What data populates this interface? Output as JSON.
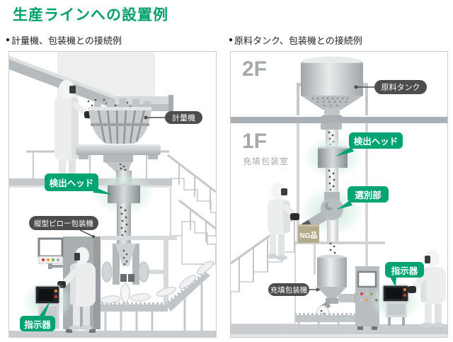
{
  "page": {
    "title": "生産ラインへの設置例"
  },
  "bullet": "●",
  "left_panel": {
    "header": "計量機、包装機との接続例",
    "labels": {
      "weigher": "計量機",
      "detection_head": "検出ヘッド",
      "vertical_pillow_packer": "縦型ピロー包装機",
      "indicator": "指示器"
    }
  },
  "right_panel": {
    "header": "原料タンク、包装機との接続例",
    "floor_2f": "2F",
    "floor_1f": "1F",
    "room": "充填包装室",
    "labels": {
      "material_tank": "原料タンク",
      "detection_head": "検出ヘッド",
      "sorting_unit": "選別部",
      "ng_item": "NG品",
      "filling_packer": "充填包装機",
      "indicator": "指示器"
    }
  },
  "colors": {
    "title_green": "#009F6B",
    "label_green": "#00A473",
    "label_dark_bg": "#4D4D4D",
    "ng_box": "#B3AA8B",
    "floor_text_gray": "#A3A9AC"
  }
}
